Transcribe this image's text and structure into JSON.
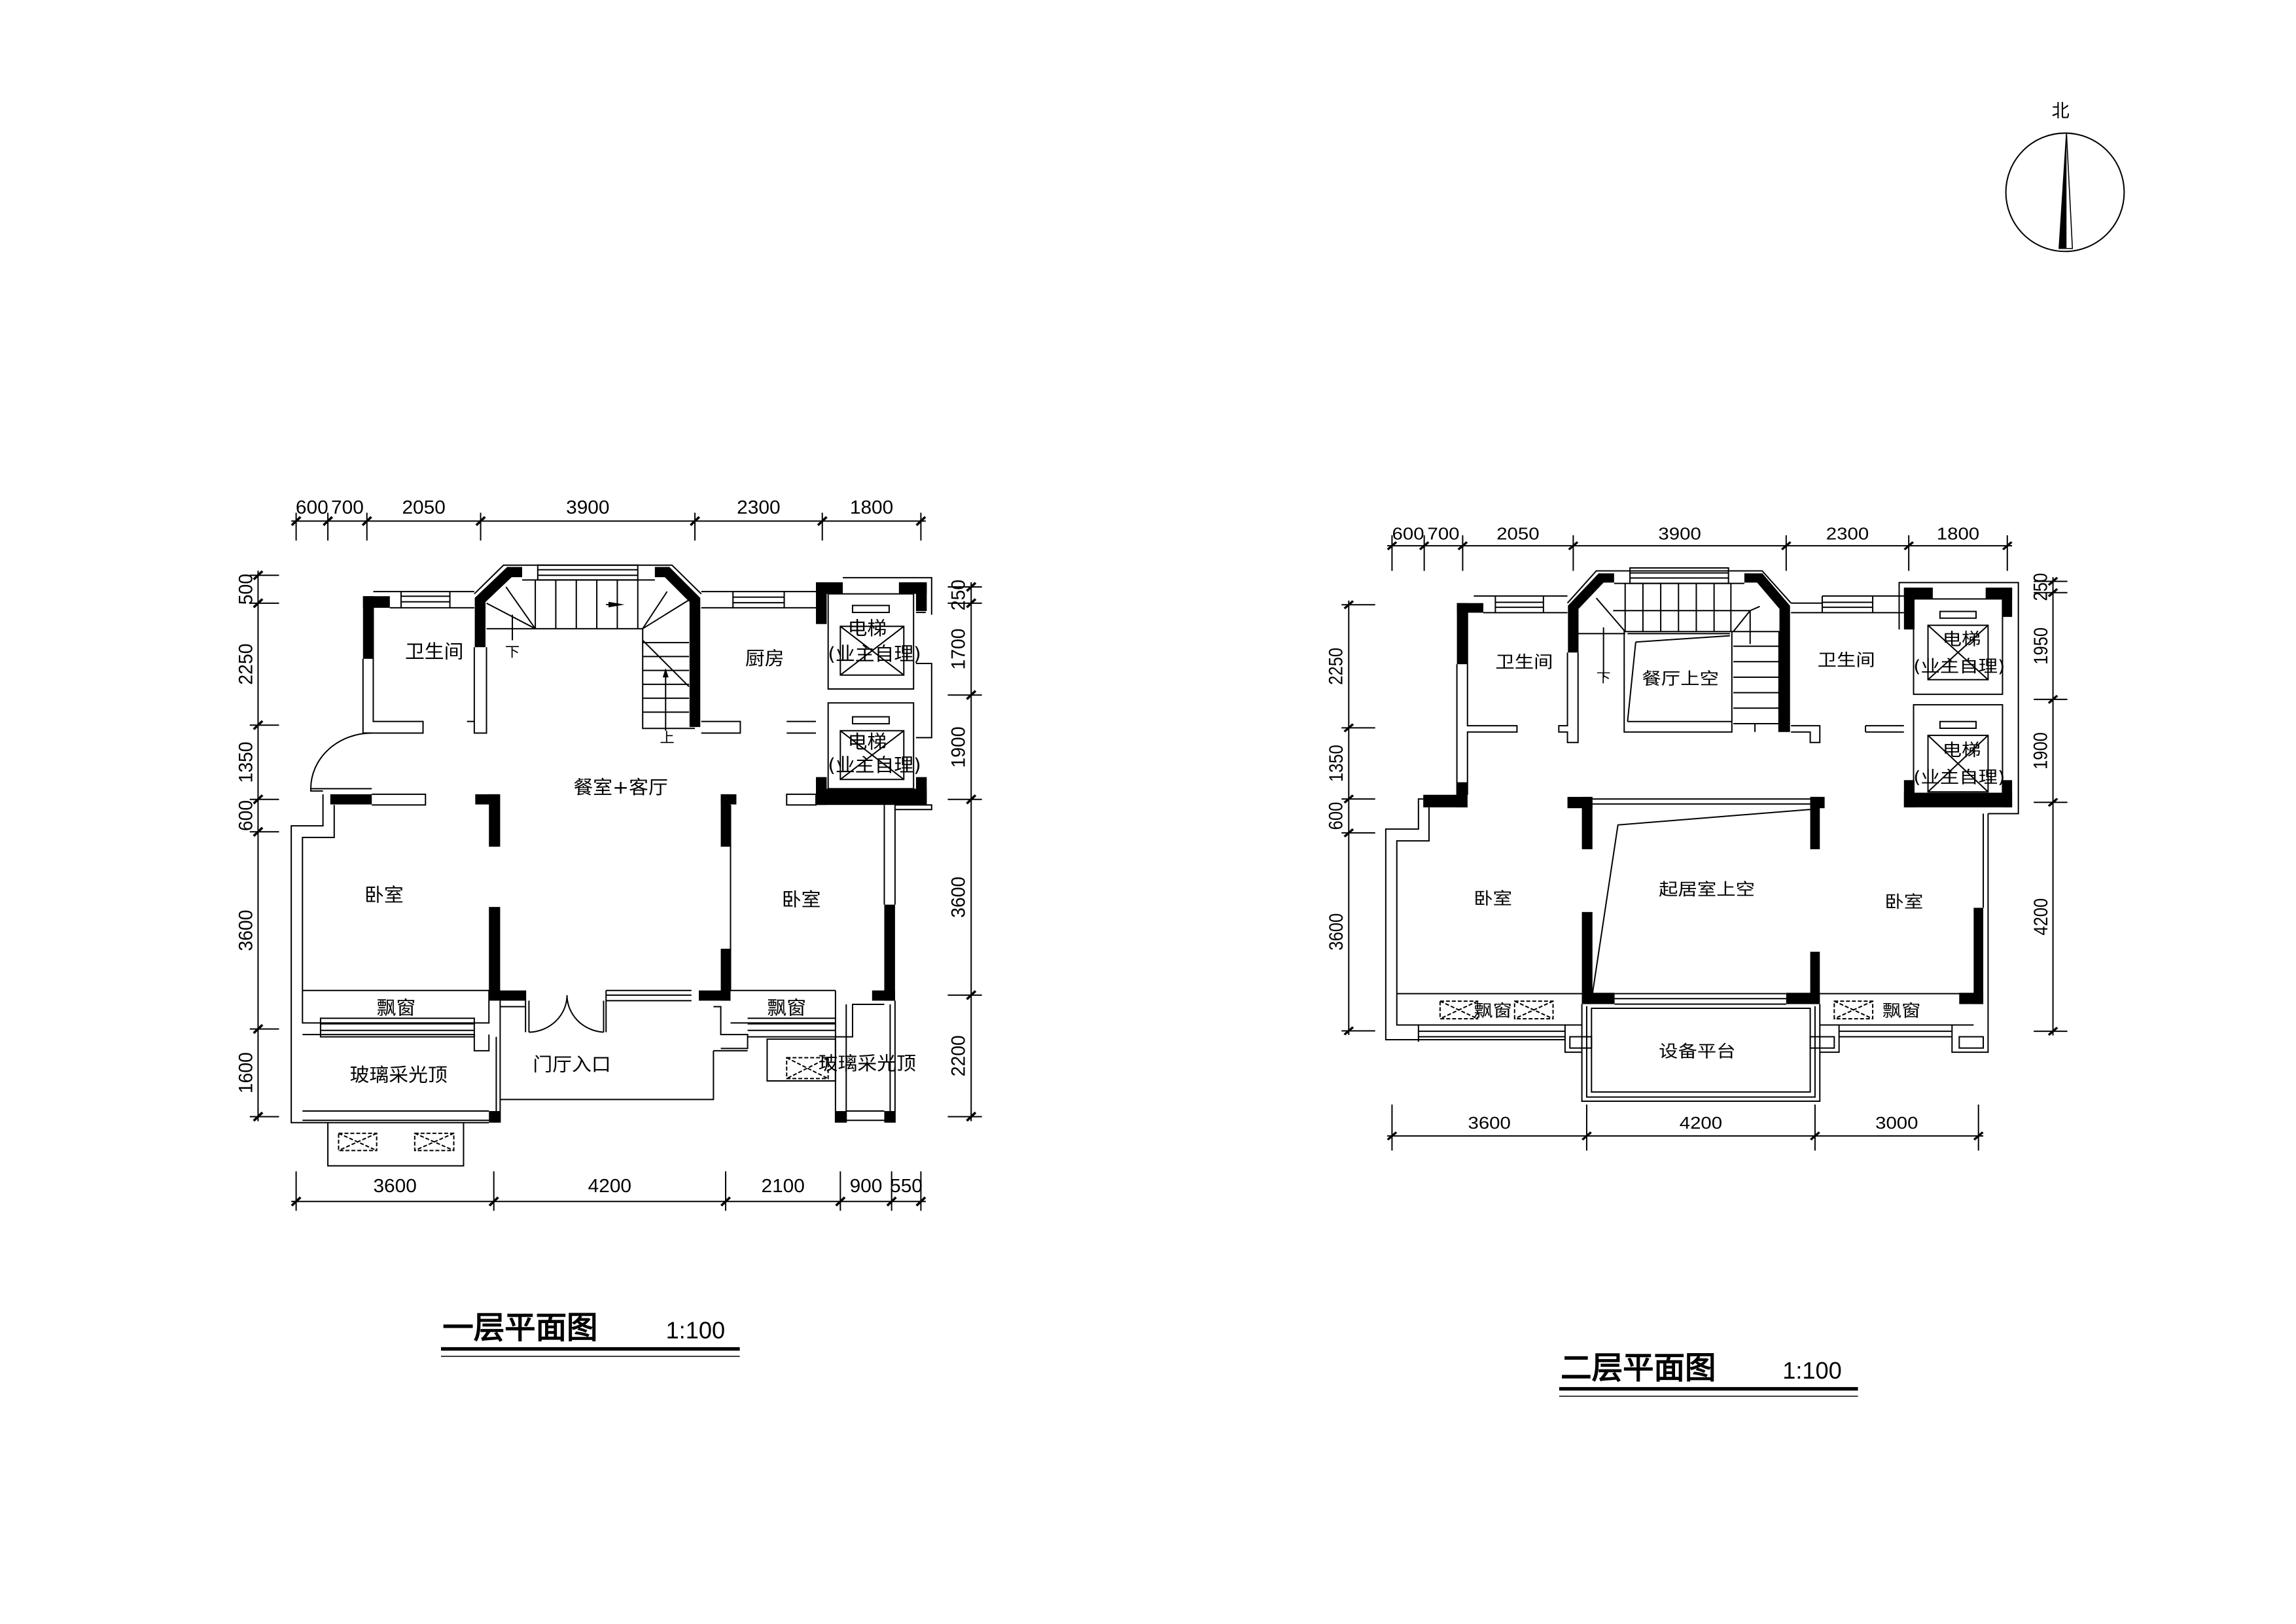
{
  "north_arrow": {
    "label": "北"
  },
  "floor1": {
    "title": "一层平面图",
    "scale": "1:100",
    "dims_top": [
      "600",
      "700",
      "2050",
      "3900",
      "2300",
      "1800"
    ],
    "dims_left": [
      "500",
      "2250",
      "1350",
      "600",
      "3600",
      "1600"
    ],
    "dims_right": [
      "250",
      "1700",
      "1900",
      "3600",
      "2200"
    ],
    "dims_bottom": [
      "3600",
      "4200",
      "2100",
      "900",
      "550"
    ],
    "rooms": {
      "bathroom": "卫生间",
      "kitchen": "厨房",
      "living_dining": "餐室+客厅",
      "bedroom_left": "卧室",
      "bedroom_right": "卧室",
      "bay_window_left": "飘窗",
      "bay_window_right": "飘窗",
      "skylight_left": "玻璃采光顶",
      "skylight_right": "玻璃采光顶",
      "entrance": "门厅入口",
      "elevator_1": "电梯",
      "elevator_1_note": "(业主自理)",
      "elevator_2": "电梯",
      "elevator_2_note": "(业主自理)",
      "stair_down": "下",
      "stair_up": "上"
    }
  },
  "floor2": {
    "title": "二层平面图",
    "scale": "1:100",
    "dims_top": [
      "600",
      "700",
      "2050",
      "3900",
      "2300",
      "1800"
    ],
    "dims_left": [
      "2250",
      "1350",
      "600",
      "3600"
    ],
    "dims_right": [
      "250",
      "1950",
      "1900",
      "4200"
    ],
    "dims_bottom": [
      "3600",
      "4200",
      "3000"
    ],
    "rooms": {
      "bathroom_left": "卫生间",
      "bathroom_right": "卫生间",
      "dining_void": "餐厅上空",
      "living_void": "起居室上空",
      "bedroom_left": "卧室",
      "bedroom_right": "卧室",
      "bay_window_left": "飘窗",
      "bay_window_right": "飘窗",
      "equipment_platform": "设备平台",
      "elevator_1": "电梯",
      "elevator_1_note": "(业主自理)",
      "elevator_2": "电梯",
      "elevator_2_note": "(业主自理)",
      "stair_down": "下"
    }
  }
}
